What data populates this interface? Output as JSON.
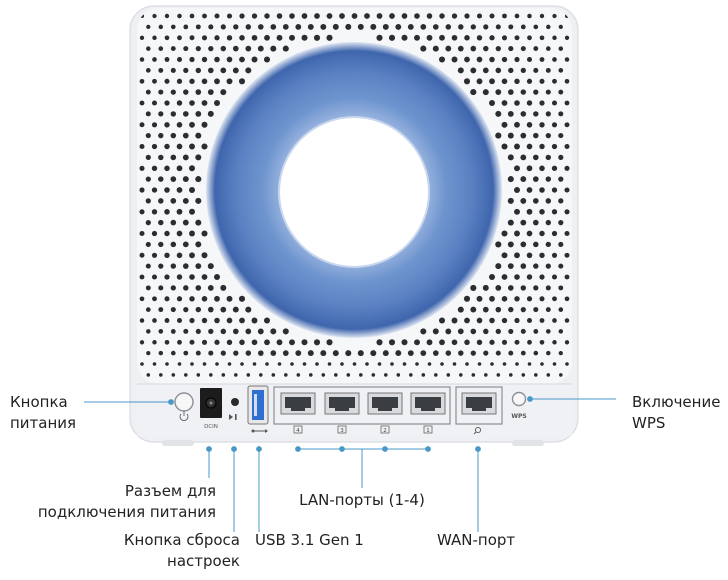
{
  "labels": {
    "power_button": [
      "Кнопка",
      "питания"
    ],
    "wps": [
      "Включение",
      "WPS"
    ],
    "power_jack": [
      "Разъем для",
      "подключения питания"
    ],
    "lan_ports": "LAN-порты (1-4)",
    "reset_button": [
      "Кнопка сброса",
      "настроек"
    ],
    "usb": "USB 3.1 Gen 1",
    "wan_port": "WAN-порт"
  },
  "device_markings": {
    "dcin": "DCIN",
    "wps": "WPS",
    "lan_numbers": [
      "4",
      "3",
      "2",
      "1"
    ]
  },
  "colors": {
    "device_body": "#f2f3f5",
    "ring_blue": "#5f87c4",
    "callout_line": "#4a98c8",
    "port_blue": "#2f6fd0"
  },
  "icons": [
    "power-icon",
    "reset-icon",
    "usb-icon",
    "wan-icon"
  ]
}
